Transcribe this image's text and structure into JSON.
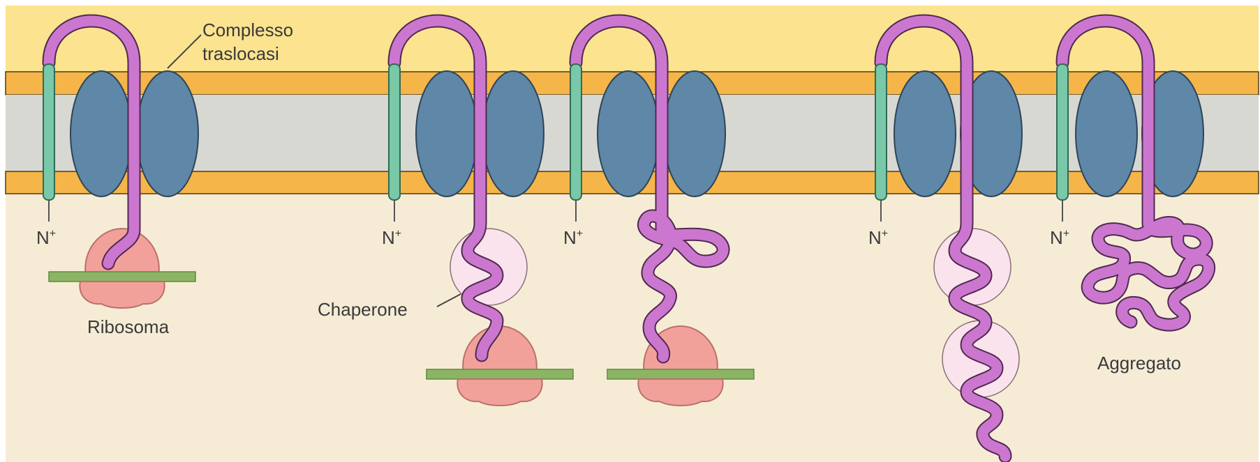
{
  "labels": {
    "translocase": [
      "Complesso",
      "traslocasi"
    ],
    "n_terminus": "N",
    "n_terminus_charge": "+",
    "ribosome": "Ribosoma",
    "chaperone": "Chaperone",
    "aggregate": "Aggregato"
  },
  "colors": {
    "upper_space": "#fbe38f",
    "lower_space": "#f6ecd6",
    "membrane_leaflet": "#f6b548",
    "membrane_core": "#d8d8d3",
    "translocase_pore": "#5f87a7",
    "signal_anchor": "#79c8a7",
    "polypeptide": "#cc77cf",
    "ribosome": "#f2a19a",
    "mrna": "#8cb465",
    "chaperone": "#fbe3ee"
  }
}
